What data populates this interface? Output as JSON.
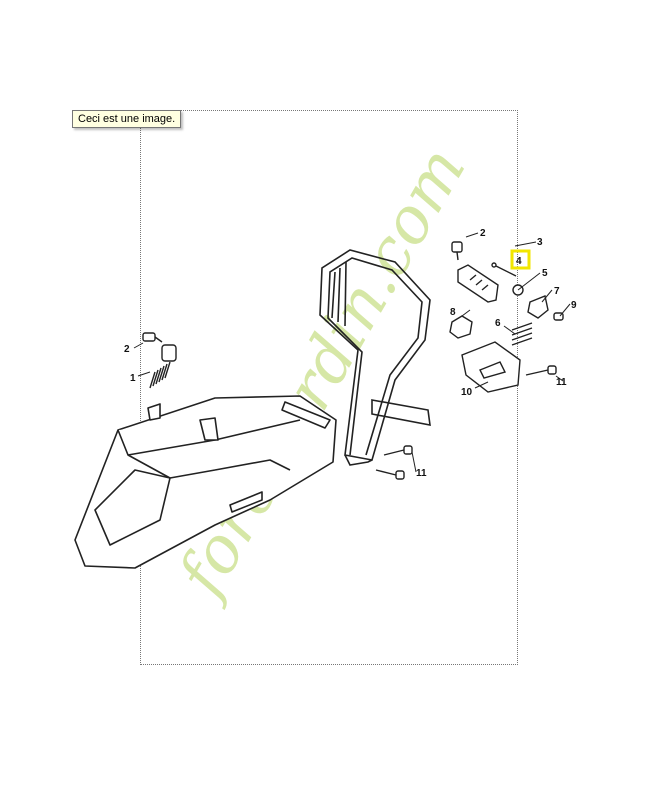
{
  "tooltip": {
    "text": "Ceci est une image."
  },
  "watermark": {
    "text": "foretjardin.com",
    "colors": {
      "main": "#d6e7a6",
      "dot": "#f7cf9a",
      "com": "#dcdcdc"
    }
  },
  "callouts": {
    "c1": "1",
    "c2_left": "2",
    "c2_top": "2",
    "c3": "3",
    "c4": "4",
    "c5": "5",
    "c6": "6",
    "c7": "7",
    "c8": "8",
    "c9": "9",
    "c10": "10",
    "c11_right": "11",
    "c11_bottom": "11"
  },
  "highlight_color": "#f2e600"
}
